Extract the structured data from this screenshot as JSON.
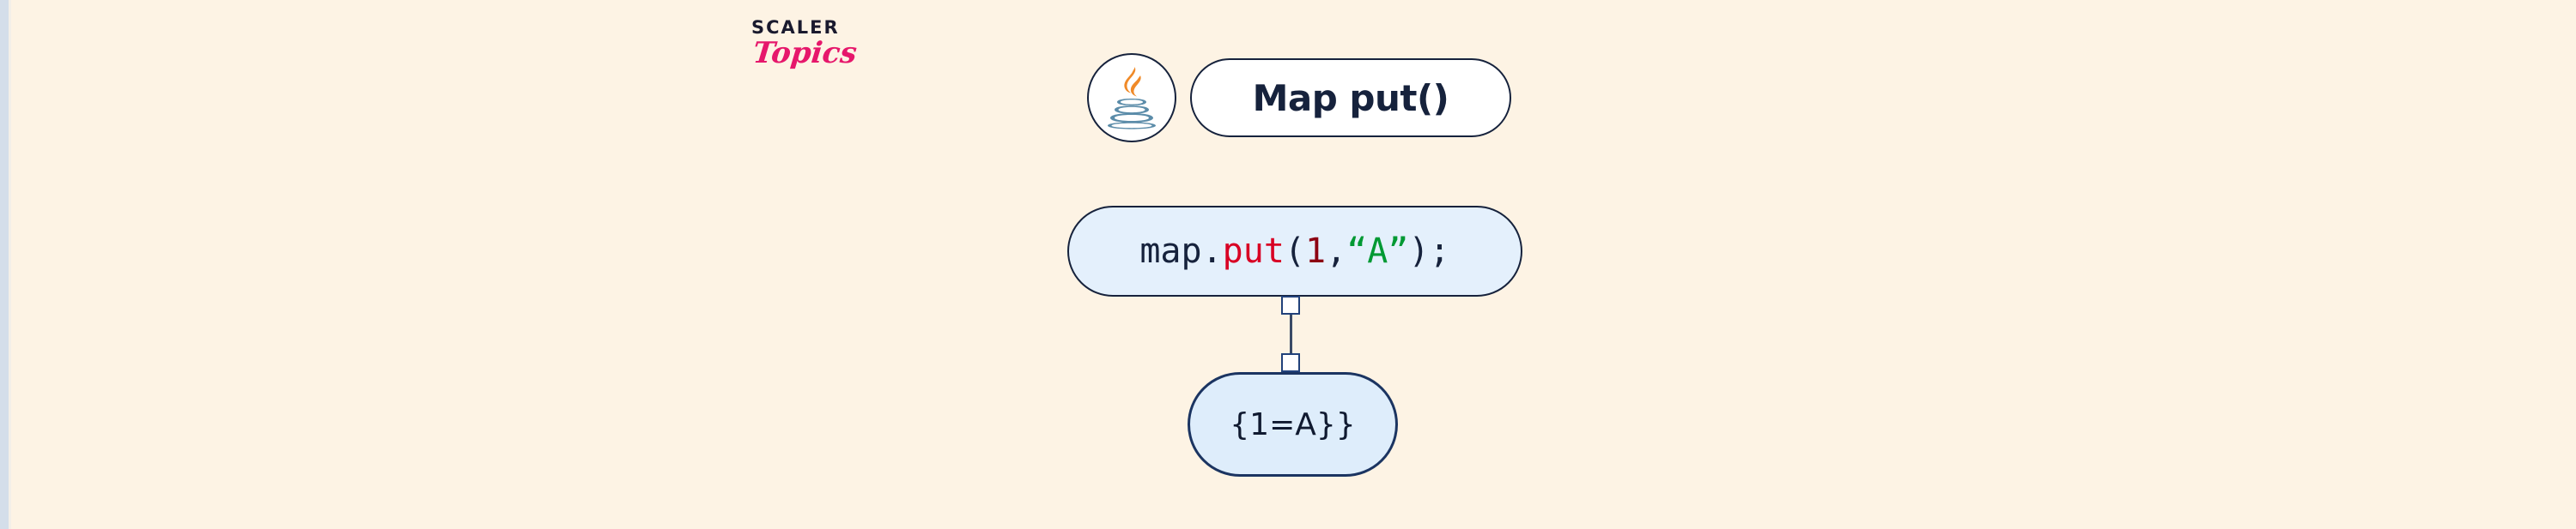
{
  "page": {
    "background_color": "#FDF3E4",
    "edge_strip_color": "#D4DEEA"
  },
  "brand": {
    "name": "SCALER",
    "sub": "Topics",
    "name_color": "#1A1A2E",
    "sub_color": "#E6176B"
  },
  "header": {
    "icon": "java-logo-icon",
    "title": "Map put()",
    "title_color": "#16223C",
    "pill_background": "#FFFFFF"
  },
  "code_node": {
    "full_text": "map.put(1,“A”);",
    "background": "#E4F0FC",
    "border": "#16223C",
    "tokens": [
      {
        "text": "map.",
        "kind": "plain",
        "color": "#16223C"
      },
      {
        "text": "put",
        "kind": "method",
        "color": "#D80024"
      },
      {
        "text": "(",
        "kind": "plain",
        "color": "#16223C"
      },
      {
        "text": "1",
        "kind": "number",
        "color": "#8C0012"
      },
      {
        "text": ",",
        "kind": "plain",
        "color": "#16223C"
      },
      {
        "text": "“A”",
        "kind": "string",
        "color": "#009933"
      },
      {
        "text": ")",
        "kind": "plain",
        "color": "#16223C"
      },
      {
        "text": ";",
        "kind": "plain",
        "color": "#16223C"
      }
    ]
  },
  "connector": {
    "line_color": "#3A4A66",
    "handle_fill": "#FFFFFF",
    "handle_border": "#21417A"
  },
  "result_node": {
    "text": "{1=A}}",
    "background": "#DEEDFB",
    "border": "#1B3461",
    "text_color": "#101A30"
  },
  "diagram": {
    "type": "flow",
    "nodes": [
      {
        "id": "code",
        "label": "map.put(1,“A”);"
      },
      {
        "id": "result",
        "label": "{1=A}}"
      }
    ],
    "edges": [
      {
        "from": "code",
        "to": "result"
      }
    ]
  }
}
